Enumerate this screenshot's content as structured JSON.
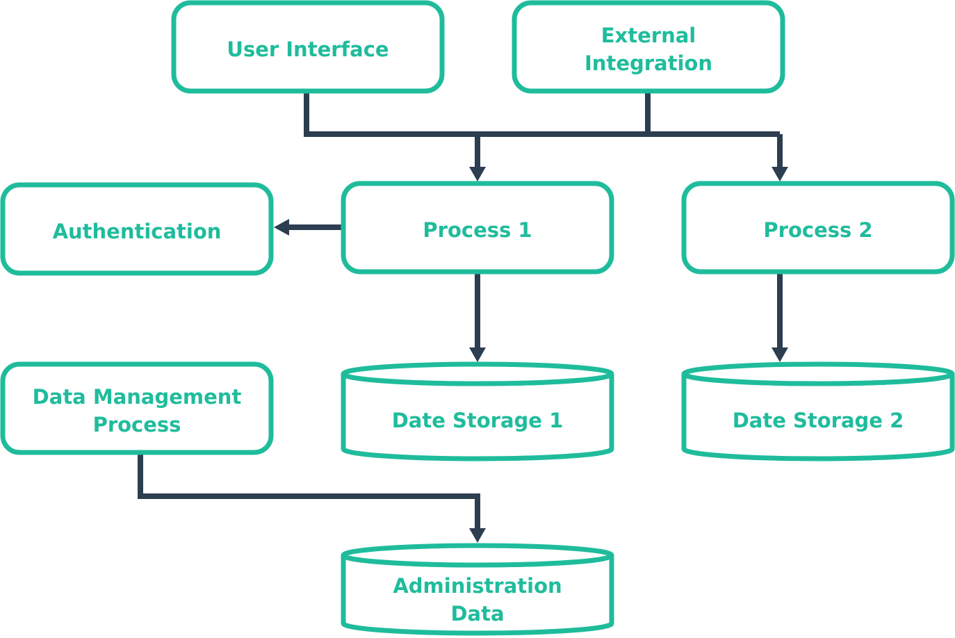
{
  "colors": {
    "accent": "#1fbc9c",
    "connector": "#2c3e50",
    "background": "#ffffff"
  },
  "nodes": {
    "user_interface": {
      "kind": "process",
      "lines": [
        "User Interface"
      ]
    },
    "external_integration": {
      "kind": "process",
      "lines": [
        "External",
        "Integration"
      ]
    },
    "authentication": {
      "kind": "process",
      "lines": [
        "Authentication"
      ]
    },
    "process_1": {
      "kind": "process",
      "lines": [
        "Process 1"
      ]
    },
    "process_2": {
      "kind": "process",
      "lines": [
        "Process 2"
      ]
    },
    "data_management_process": {
      "kind": "process",
      "lines": [
        "Data Management",
        "Process"
      ]
    },
    "date_storage_1": {
      "kind": "datastore",
      "lines": [
        "Date Storage 1"
      ]
    },
    "date_storage_2": {
      "kind": "datastore",
      "lines": [
        "Date Storage 2"
      ]
    },
    "administration_data": {
      "kind": "datastore",
      "lines": [
        "Administration",
        "Data"
      ]
    }
  },
  "edges": [
    {
      "from": "user_interface",
      "to": "process_1"
    },
    {
      "from": "user_interface",
      "to": "process_2"
    },
    {
      "from": "external_integration",
      "to": "process_1"
    },
    {
      "from": "external_integration",
      "to": "process_2"
    },
    {
      "from": "process_1",
      "to": "authentication"
    },
    {
      "from": "process_1",
      "to": "date_storage_1"
    },
    {
      "from": "process_2",
      "to": "date_storage_2"
    },
    {
      "from": "data_management_process",
      "to": "administration_data"
    }
  ]
}
